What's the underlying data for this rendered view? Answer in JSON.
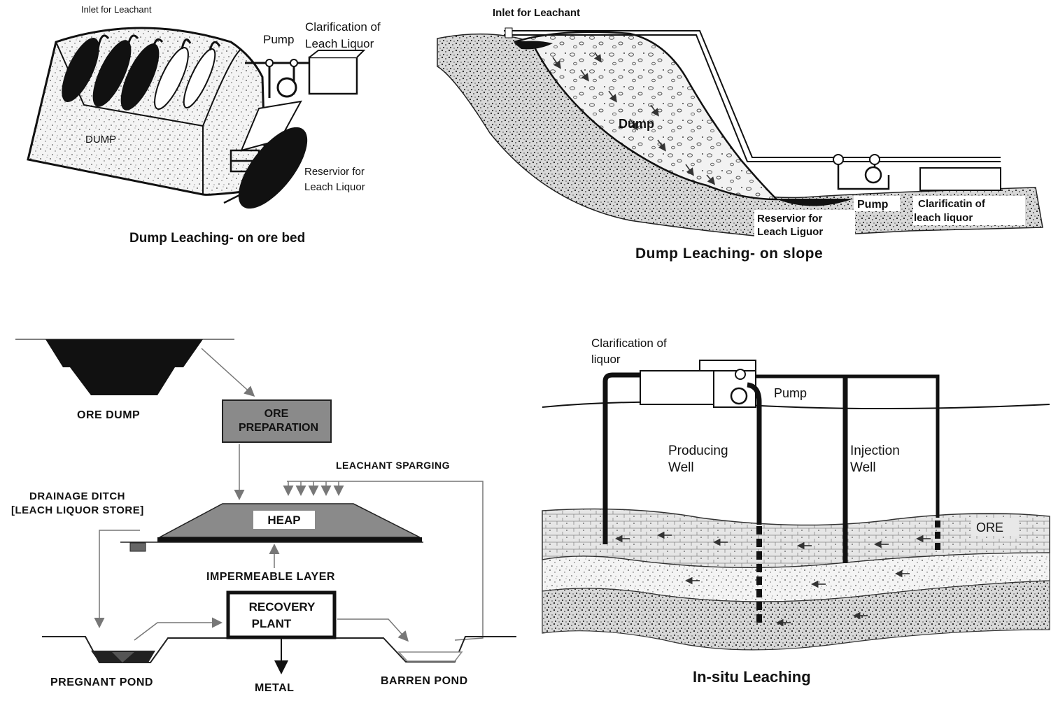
{
  "panels": {
    "ore_bed": {
      "caption": "Dump Leaching- on ore bed",
      "inlet": "Inlet for Leachant",
      "pump": "Pump",
      "clarification_1": "Clarification of",
      "clarification_2": "Leach Liquor",
      "dump": "DUMP",
      "reservoir_1": "Reservior for",
      "reservoir_2": "Leach Liquor"
    },
    "slope": {
      "caption": "Dump Leaching- on slope",
      "inlet": "Inlet for Leachant",
      "dump": "Dump",
      "pump": "Pump",
      "clarification_1": "Clarificatin of",
      "clarification_2": "leach liquor",
      "reservoir_1": "Reservior for",
      "reservoir_2": "Leach Liguor"
    },
    "heap": {
      "ore_dump": "ORE DUMP",
      "ore_prep_1": "ORE",
      "ore_prep_2": "PREPARATION",
      "leachant_sparging": "LEACHANT SPARGING",
      "drainage_1": "DRAINAGE DITCH",
      "drainage_2": "[LEACH LIQUOR STORE]",
      "heap": "HEAP",
      "impermeable": "IMPERMEABLE LAYER",
      "recovery_1": "RECOVERY",
      "recovery_2": "PLANT",
      "pregnant_pond": "PREGNANT POND",
      "metal": "METAL",
      "barren_pond": "BARREN POND"
    },
    "insitu": {
      "caption": "In-situ Leaching",
      "clarification_1": "Clarification of",
      "clarification_2": "liquor",
      "pump": "Pump",
      "producing_1": "Producing",
      "producing_2": "Well",
      "injection_1": "Injection",
      "injection_2": "Well",
      "ore": "ORE"
    }
  }
}
